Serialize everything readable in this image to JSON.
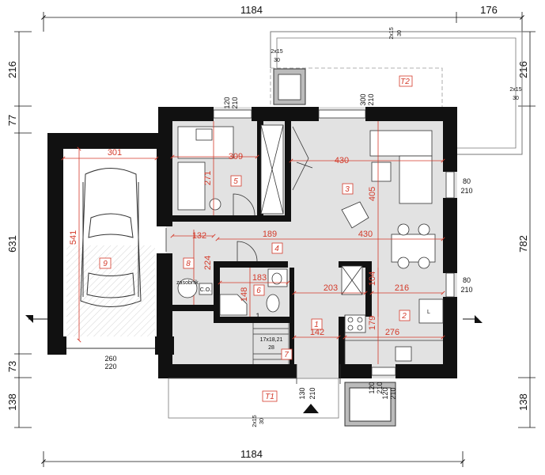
{
  "overall": {
    "top_width": "1184",
    "top_right": "176",
    "bottom_width": "1184",
    "left_1": "216",
    "left_2": "77",
    "left_3": "631",
    "left_4": "73",
    "left_5": "138",
    "right_1": "216",
    "right_2": "782",
    "right_3": "138"
  },
  "openings": {
    "win_top_left_a": "120",
    "win_top_left_b": "210",
    "win_top_mid_a": "300",
    "win_top_mid_b": "210",
    "win_right_1_a": "80",
    "win_right_1_b": "210",
    "win_right_2_a": "80",
    "win_right_2_b": "210",
    "garage_door_a": "260",
    "garage_door_b": "220",
    "entry_door_a": "130",
    "entry_door_b": "210",
    "win_bottom_a": "120",
    "win_bottom_b": "210",
    "win_bottom_c": "120",
    "win_bottom_d": "210"
  },
  "rooms": {
    "r1": "1",
    "r2": "2",
    "r3": "3",
    "r4": "4",
    "r5": "5",
    "r6": "6",
    "r7": "7",
    "r8": "8",
    "r9": "9",
    "t1": "T1",
    "t2": "T2"
  },
  "room_dims": {
    "garage_w": "301",
    "garage_h": "541",
    "r5_w": "309",
    "r5_h": "271",
    "r3_w": "430",
    "r3_h": "405",
    "hall_w": "189",
    "hall_w2": "430",
    "r8_w": "132",
    "r8_h": "224",
    "bath_w": "183",
    "bath_h": "148",
    "kitchen_w1": "203",
    "kitchen_w2": "216",
    "kitchen_h1": "104",
    "kitchen_h2": "179",
    "r1_w": "142",
    "kitchen_w3": "276"
  },
  "labels": {
    "stairs_up": "1",
    "stairs_spec_a": "17x18,21",
    "stairs_spec_b": "28",
    "ramp_top_a": "2x15",
    "ramp_top_b": "30",
    "ramp_mid_a": "2x15",
    "ramp_mid_b": "30",
    "ramp_right_a": "2x15",
    "ramp_right_b": "30",
    "ramp_bottom_a": "2x15",
    "ramp_bottom_b": "30",
    "storage_label": "zasobnik",
    "co_label": "C.O.",
    "fridge_label": "L"
  }
}
